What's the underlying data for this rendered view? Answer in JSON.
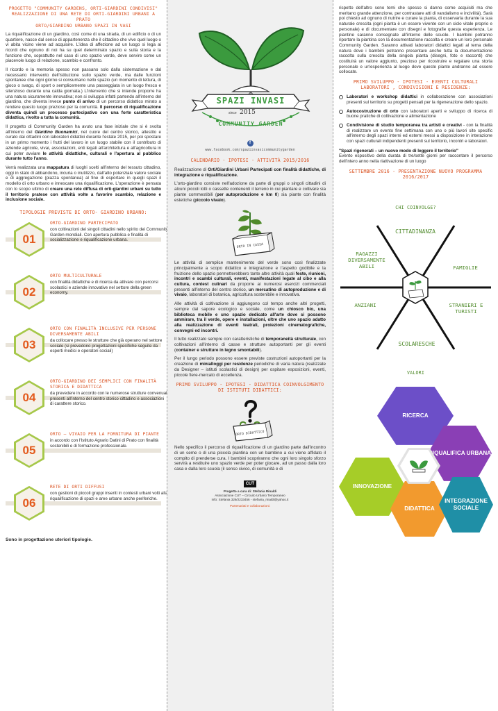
{
  "left": {
    "header_lines": [
      "Progetto \"Community gardens, orti-giardini condivisi\"",
      "Realizzazione di una rete di orti-giardini urbani a Prato",
      "Orto/giardino urbano SPAZI IN VASI"
    ],
    "intro_1": "La riqualificazione di un giardino, così come di una strada, di un edificio o di un quartiere, nasce dal senso di appartenenza che il cittadino che vive quel luogo o vi abita vicino viene ad acquisire. L'idea di affezione ad un luogo si lega ai ricordi che ognuno di noi ha su quel determinato spazio e sulla storia e la funzione che, soprattutto nel caso di uno spazio verde, deve servire come un piacevole luogo di relazione, scambio e confronto.",
    "intro_2a": "Il ricordo e la memoria spesso non passano solo dalla sistemazione e dal necessario intervento dell'istituzione sullo spazio verde, ma dalle funzioni spontanee che ogni giorno si consumano nello spazio (un momento di lettura, di gioco o svago, di sport o semplicemente una passeggiata in un luogo fresco e silenzioso durante una calda giornata.) L'intervento che si intende proporre ha una natura sicuramente innovativa; non si sviluppa infatti partendo all'interno del giardino, che diventa invece",
    "intro_2b": "punto di arrivo",
    "intro_2c": "di un percorso didattico mirato a rendere questo luogo prezioso per la comunità.",
    "intro_2d": "Il percorso di riqualificazione diventa quindi un processo partecipativo con una forte caratteristica didattica, rivolto a tutta la comunità.",
    "intro_3a": "Il progetto di Community Garden ha avuto una fase iniziale che si è svolta all'interno del",
    "intro_3b": "Giardino Buonamici",
    "intro_3c": ", nel cuore del centro storico, allestito e curato dai cittadini con laboratori didattici durante l'estate 2015, per poi spostare in un primo momento i frutti del lavoro in un luogo stabile con il contributo di aziende agricole, vivai, associazioni, enti legati all'architettura e all'agricoltura in cui poter avviare",
    "intro_3d": "le attività didattiche, culturali e l'apertura al pubblico durante tutto l'anno.",
    "intro_4a": "Verrà realizzata una",
    "intro_4b": "mappatura",
    "intro_4c": "di luoghi scelti all'interno del tessuto cittadino, oggi in stato di abbandono, incuria o inutilizzo, dall'alto potenziale valore sociale e di aggregazione (piazza spontanea) al fine di esportare in quegli spazi il modello di orto urbano e innescare una riqualificazione. L'operazione è pensata con lo scopo ultimo di",
    "intro_4d": "creare una rete diffusa di orti-giardini urbani su tutto il territorio pratese con attività volte a favorire scambio, relazione e inclusione sociale.",
    "tipologie_title": "Tipologie previste di orto- giardino urbano:",
    "tipologie": [
      {
        "num": "01",
        "title": "Orto-giardino partecipato",
        "text": "con coltivazioni dei singoli cittadini nello spirito dei Community Garden mondiali. Con apertura pubblica e finalità di socializzazione e riqualificazione urbana."
      },
      {
        "num": "02",
        "title": "Orto multiculturale",
        "text": "con finalità didattiche e di ricerca da attivare con percorsi scolastici e aziende innovative nel settore della green economy."
      },
      {
        "num": "03",
        "title": "Orto con finalità inclusive per persone diversamente abili",
        "text": "da collocare presso le strutture che già operano nel settore sociale (si prevedono progettazioni specifiche seguite da esperti medici e operatori sociali)"
      },
      {
        "num": "04",
        "title": "Orto-giardino dei semplici con finalità storica e didattica",
        "text": "da prevedere in accordo con le numerose strutture convenuali presenti all'interno del centro storico cittadino e associazioni di carattere storico."
      },
      {
        "num": "05",
        "title": "Orto – vivaio per la fornitura di piante",
        "text": "in accordo con l'Istituto Agrario Datini di Prato con finalità sostenibili e di formazione professionale."
      },
      {
        "num": "06",
        "title": "Rete di orti diffusi",
        "text": "con gestioni di piccoli gruppi inseriti in contesti urbani volti alla riqualificazione di spazi e aree urbane anche periferiche."
      }
    ],
    "footer": "Sono in progettazione uteriori tipologie."
  },
  "mid": {
    "logo_title": "SPAZI INVASI",
    "logo_since": "since",
    "logo_year": "2015",
    "logo_subtitle": "COMMUNITY GARDEN",
    "fb_glyph": "f",
    "fb_url": "www.facebook.com/spaziinvasicommunitygarden",
    "calendar_title": "Calendario - ipotesi - attività 2015/2016",
    "cal_1a": "Realizzazione di",
    "cal_1b": "Orti/Giardini Urbani Partecipati con finalità didattiche, di integrazione e riqualificazione.",
    "cal_2a": "L'orto-giardino consiste nell'adozione da parte di gruppi o singoli cittadini di alcuni piccoli lotti o cassette contenenti il terreno in cui piantare e coltivare sia piante commestibili (",
    "cal_2b": "per autoproduzione e km 0",
    "cal_2c": ") sia piante con finalità estetiche (",
    "cal_2d": "piccolo vivaio",
    "cal_2e": ").",
    "crate_label_1": "ORTO IN CASSA",
    "cal_3a": "Le attività di semplice mantenimento del verde sono così finalizzate principalmente a scopo didattico e integrazione e l'aspetto godibile e la fruizione dello spazio permetterebbero tante altre attività quali",
    "cal_3b": "feste, riunioni, incontri e scambi culturali, eventi, manifestazioni legate al cibo e alla cultura, contest culinari",
    "cal_3c": "da proporre ai numerosi esercizi commerciali presenti all'interno del centro storico,",
    "cal_3d": "un mercatino di autoproduzione e di vivaio",
    "cal_3e": ", laboratori di botanica, agricoltura sostenibile e innovativa.",
    "cal_4a": "Alle attività di coltivazione si aggiungono col tempo anche altri progetti, sempre dal sapore ecologico e sociale, come",
    "cal_4b": "un chiosco bio, una biblioteca mobile e uno spazio dedicato all'arte dove si possono ammirare, tra il verde, opere e installazioni, oltre che uno spazio adatto alla realizzazione di eventi teatrali, proiezioni cinematografiche, convegni ed incontri.",
    "cal_5a": "Il tutto realizzato sempre con caratteristiche di",
    "cal_5b": "temporaneità strutturale",
    "cal_5c": ", con coltivazioni all'interno di casse e strutture autoportanti per gli eventi (",
    "cal_5d": "container e strutture in legno smontabili",
    "cal_5e": ").",
    "cal_6a": "Per il lungo periodo possono essere previste costruzioni autoportanti per la creazione di",
    "cal_6b": "minialloggi per residenze",
    "cal_6c": "periodiche di varia natura (realizzate da Designer – istituti scolastici di design) per ospitare esposizioni, eventi, piccole fiere-mercato di eccellenza.",
    "primo_title": "Primo sviluppo - ipotesi - didattica coinvolgimento di istituti didattici:",
    "crate_label_2": "ORTO DIDATTICO",
    "primo_text": "Nello specifico il percorso di riqualificazione di un giardino parte dall'incontro di un seme o di una piccola piantina con un bambino a cui viene affidato il compito di prenderse cura. I bambini scopriranno che ogni loro singolo sforzo servirà a restituire uno spazio verde per poter giocare, ad un passo dalla loro casa e dalla loro scuola (il senso civico, di comunità e di",
    "cut_logo": "CUT",
    "credit_1": "Progetto a cura di: Stefania Rinaldi",
    "credit_2": "Associazione CUT – Circuito Urbano Temporaneo",
    "credit_3": "info: Stefania 329/2233456 - stefania_rinaldi@yahoo.it",
    "credit_4": "Partenariati e collaborazioni:"
  },
  "right": {
    "cont_1": "rispetto dell'altro sono temi che spesso si danno come acquisiti ma che meritano grande attenzione, per contrastare atti di vandalismo e incivilità). Sarà poi chiesto ad ognuno di nutrire e curare la pianta, di osservarla durante la sua naturale crescita (ogni pianta è un essere vivente con un ciclo vitale proprio e personale) e di documentare con disegni e fotografie questa esperienza. Le piantine saranno consegnate all'interno delle scuole. I bambini potranno riportare la piantina con la documentazione raccolta e creare un loro personale Community Garden. Saranno attivati laboratori didattici legati al tema della natura dove i bambini potranno presentare anche tutta la documentazione raccolta sulla crescita della singola pianta (disegni, foto e racconti) che costituirà un valore aggiunto, prezioso per ricostruire e regalare una storia personale e un'esperienza al luogo dove queste piante andranno ad essere collocate.",
    "primo_title": "Primo sviluppo - ipotesi - eventi culturali laboratori , condivisioni e residenze:",
    "bullets": [
      {
        "bold": "Laboratori e workshop didattici",
        "text": " in collaborazione con associazioni presenti sul territorio su progetti pensati per la rigenerazione dello spazio."
      },
      {
        "bold": "Autocostruzione di orto",
        "text": " con laboratori aperti e sviluppo di ricerca di buone pratiche di coltivazione e alimentazione"
      },
      {
        "bold": "Condivisione di studio temporanea tra artisti e creativi",
        "text": " - con la finalità di realizzare un evento fine settimana con uno o più lavori site specific all'interno degli spazi interni ed esterni messi a disposizione in interazione con spazi culturali indipendenti presenti sul territorio, incontri e laboratori."
      }
    ],
    "spazi_bold": "\"Spazi rigenerati – un nuovo modo di leggere il territorio\"",
    "spazi_text": "Evento espositivo della durata di tre/sette giorni per raccontare il percorso dell'intero anno nella riattivazione di un luogo",
    "settembre_title": "Settembre 2016 - presentazione nuovo programma 2016/2017",
    "chi_title": "Chi coinvolge?",
    "chi": {
      "cittadinanza": "Cittadinanza",
      "famiglie": "Famiglie",
      "ragazzi": "Ragazzi diversamente abili",
      "stranieri": "Stranieri e turisti",
      "anziani": "Anziani",
      "scolaresche": "Scolaresche"
    },
    "valori_title": "Valori",
    "valori": {
      "ricerca": "RICERCA",
      "riqualifica": "RIQUALIFICA URBANA",
      "innovazione": "INNOVAZIONE",
      "didattica": "DIDATTICA",
      "integrazione": "INTEGRAZIONE SOCIALE"
    },
    "colors": {
      "ricerca": "#6c4fc8",
      "riqualifica": "#8a3fb5",
      "innovazione": "#a6cd28",
      "didattica": "#f29a2e",
      "integrazione": "#1f8fa6",
      "accent_orange": "#d9501f",
      "green": "#4f8a2a"
    }
  }
}
